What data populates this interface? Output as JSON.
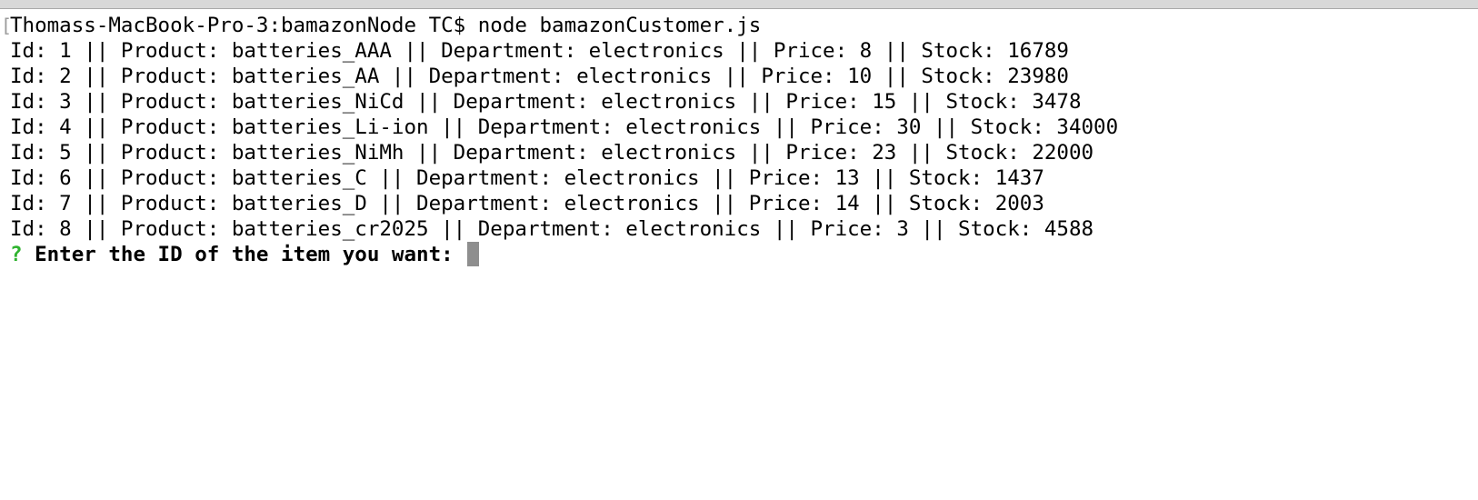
{
  "terminal": {
    "line_marker": "[",
    "command_line": "Thomass-MacBook-Pro-3:bamazonNode TC$ node bamazonCustomer.js",
    "product_lines": [
      "Id: 1 || Product: batteries_AAA || Department: electronics || Price: 8 || Stock: 16789",
      "Id: 2 || Product: batteries_AA || Department: electronics || Price: 10 || Stock: 23980",
      "Id: 3 || Product: batteries_NiCd || Department: electronics || Price: 15 || Stock: 3478",
      "Id: 4 || Product: batteries_Li-ion || Department: electronics || Price: 30 || Stock: 34000",
      "Id: 5 || Product: batteries_NiMh || Department: electronics || Price: 23 || Stock: 22000",
      "Id: 6 || Product: batteries_C || Department: electronics || Price: 13 || Stock: 1437",
      "Id: 7 || Product: batteries_D || Department: electronics || Price: 14 || Stock: 2003",
      "Id: 8 || Product: batteries_cr2025 || Department: electronics || Price: 3 || Stock: 4588"
    ],
    "prompt": {
      "symbol": "?",
      "question": "Enter the ID of the item you want: "
    }
  },
  "colors": {
    "prompt_symbol": "#2fb32f",
    "cursor": "#8e8e8e",
    "background": "#ffffff"
  }
}
